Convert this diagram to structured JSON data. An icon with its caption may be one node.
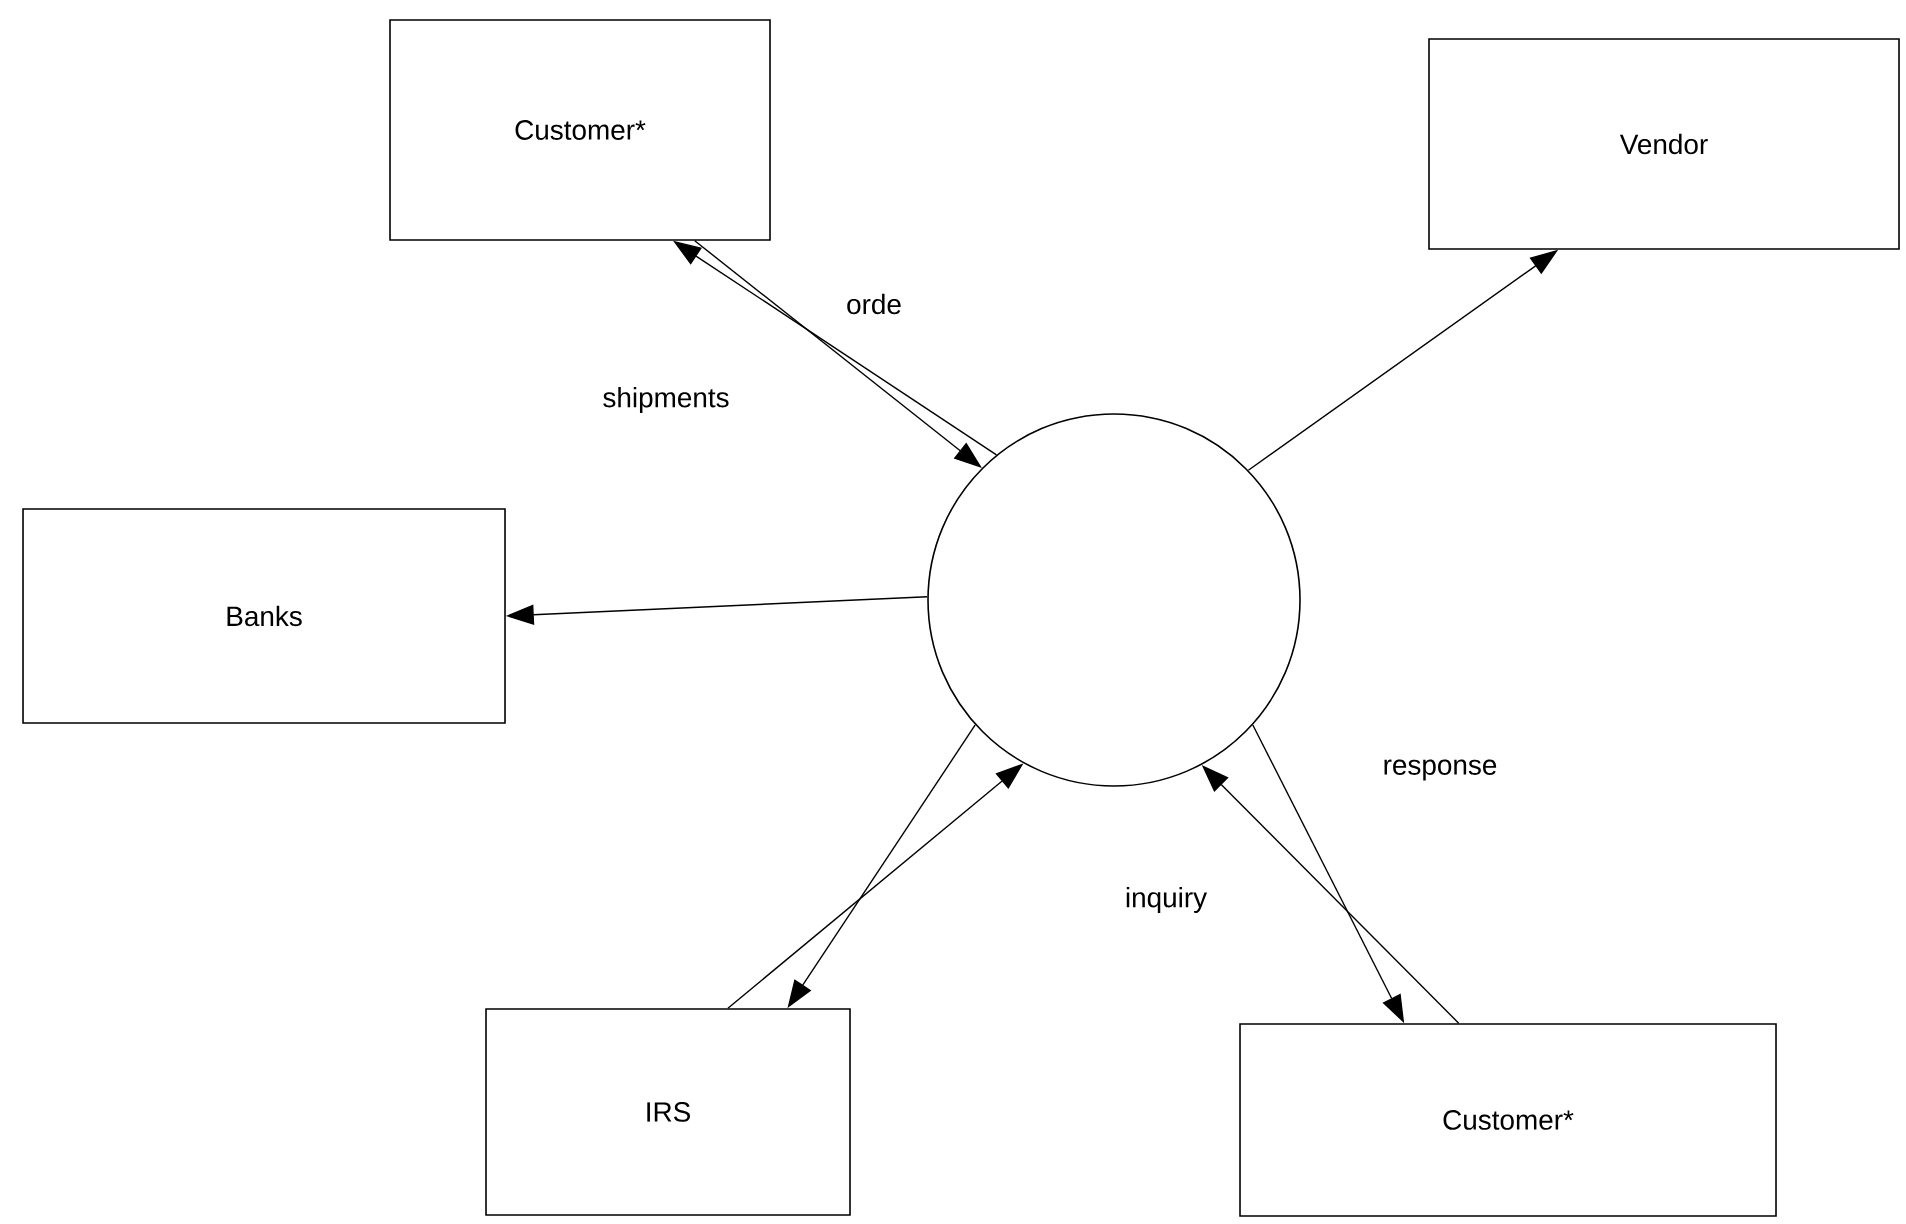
{
  "diagram": {
    "nodes": [
      {
        "text": [
          "Customer*"
        ]
      },
      {
        "text": [
          "Vendor"
        ]
      },
      {
        "text": [
          "Banks"
        ]
      },
      {
        "text": [],
        "shape": "circle"
      },
      {
        "text": [
          "IRS"
        ]
      },
      {
        "text": [
          "Customer*"
        ]
      }
    ],
    "edges": [
      {
        "from": 3,
        "to": 0,
        "arrow": "to",
        "label": "shipments"
      },
      {
        "from": 0,
        "to": 3,
        "arrow": "to",
        "label": "orde"
      },
      {
        "from": 3,
        "to": 1,
        "arrow": "to"
      },
      {
        "from": 3,
        "to": 2,
        "arrow": "to"
      },
      {
        "from": 3,
        "to": 4,
        "arrow": "to"
      },
      {
        "from": 4,
        "to": 3,
        "arrow": "to"
      },
      {
        "from": 5,
        "to": 3,
        "arrow": "to",
        "label": "inquiry"
      },
      {
        "from": 3,
        "to": 5,
        "arrow": "to",
        "label": "response"
      }
    ]
  }
}
